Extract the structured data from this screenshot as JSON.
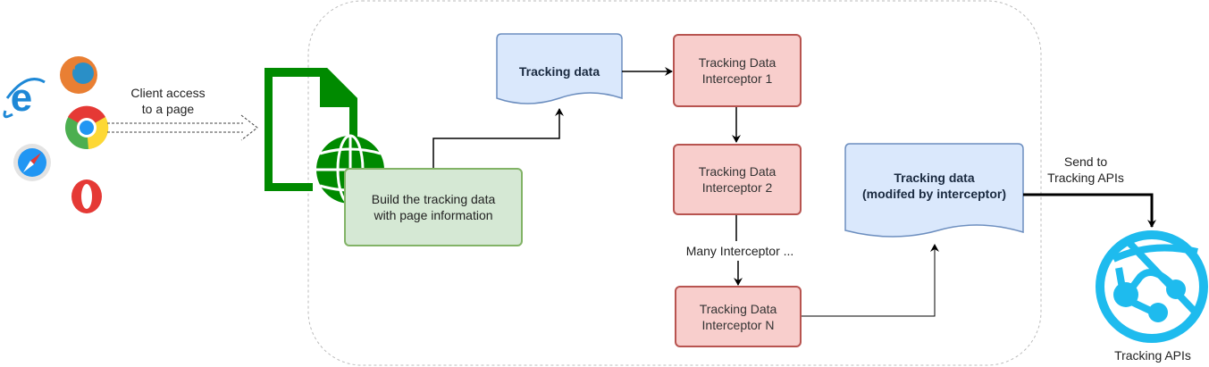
{
  "diagram": {
    "browsers": [
      "internet-explorer",
      "firefox",
      "chrome",
      "safari",
      "opera"
    ],
    "client_label": "Client access\nto a page",
    "build_box": "Build the tracking data\nwith page information",
    "tracking_doc": "Tracking data",
    "interceptors": [
      "Tracking Data\nInterceptor 1",
      "Tracking Data\nInterceptor 2",
      "Tracking Data\nInterceptor N"
    ],
    "many_label": "Many Interceptor ...",
    "modified_doc": "Tracking data\n(modifed by interceptor)",
    "send_label": "Send to\nTracking APIs",
    "api_label": "Tracking APIs"
  },
  "colors": {
    "doc_fill": "#dae8fc",
    "doc_stroke": "#6c8ebf",
    "interceptor_fill": "#f8cecc",
    "interceptor_stroke": "#b85450",
    "build_fill": "#d5e8d4",
    "build_stroke": "#82b366",
    "page_icon": "#008a00",
    "api_icon": "#1ebbee"
  }
}
